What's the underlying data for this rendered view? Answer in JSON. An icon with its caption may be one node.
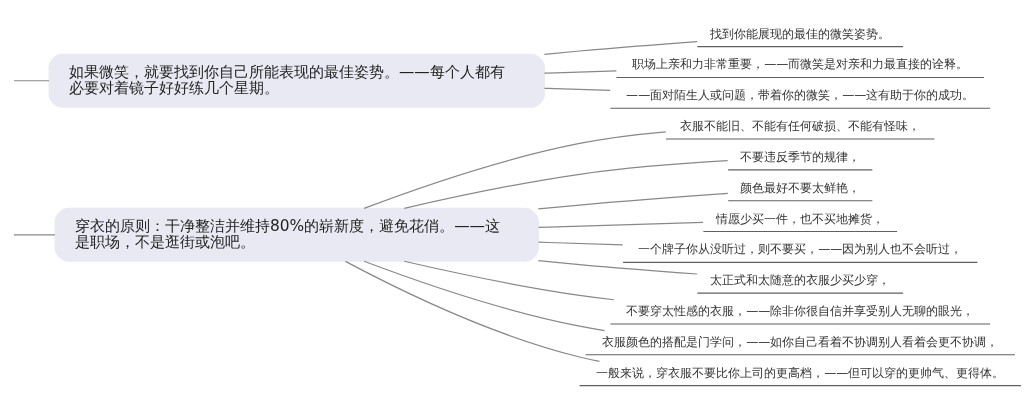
{
  "diagram": {
    "nodes": [
      {
        "text": [
          "如果微笑，就要找到你自己所能表现的最佳姿势。——每个人都有必要对着镜子好好练几个星期。"
        ]
      },
      {
        "text": [
          "找到你能展现的最佳的微笑姿势。"
        ]
      },
      {
        "text": [
          "职场上亲和力非常重要，——而微笑是对亲和力最直接的诠释。"
        ]
      },
      {
        "text": [
          "——面对陌生人或问题，带着你的微笑，——这有助于你的成功。"
        ]
      },
      {
        "text": [
          "穿衣的原则：干净整洁并维持80%的崭新度，避免花俏。——这是职场，不是逛街或泡吧。"
        ]
      },
      {
        "text": [
          "衣服不能旧、不能有任何破损、不能有怪味，"
        ]
      },
      {
        "text": [
          "不要违反季节的规律，"
        ]
      },
      {
        "text": [
          "颜色最好不要太鲜艳，"
        ]
      },
      {
        "text": [
          "情愿少买一件，也不买地摊货，"
        ]
      },
      {
        "text": [
          "一个牌子你从没听过，则不要买，——因为别人也不会听过，"
        ]
      },
      {
        "text": [
          "太正式和太随意的衣服少买少穿，"
        ]
      },
      {
        "text": [
          "不要穿太性感的衣服，——除非你很自信并享受别人无聊的眼光，"
        ]
      },
      {
        "text": [
          "衣服颜色的搭配是门学问，——如你自己看着不协调别人看着会更不协调，"
        ]
      },
      {
        "text": [
          "一般来说，穿衣服不要比你上司的更高档，——但可以穿的更帅气、更得体。"
        ]
      }
    ],
    "edges": [
      {
        "from": null,
        "to": 0,
        "arrow": "none"
      },
      {
        "from": 0,
        "to": 1,
        "arrow": "none"
      },
      {
        "from": 0,
        "to": 2,
        "arrow": "none"
      },
      {
        "from": 0,
        "to": 3,
        "arrow": "none"
      },
      {
        "from": null,
        "to": 4,
        "arrow": "none"
      },
      {
        "from": 4,
        "to": 5,
        "arrow": "none"
      },
      {
        "from": 4,
        "to": 6,
        "arrow": "none"
      },
      {
        "from": 4,
        "to": 7,
        "arrow": "none"
      },
      {
        "from": 4,
        "to": 8,
        "arrow": "none"
      },
      {
        "from": 4,
        "to": 9,
        "arrow": "none"
      },
      {
        "from": 4,
        "to": 10,
        "arrow": "none"
      },
      {
        "from": 4,
        "to": 11,
        "arrow": "none"
      },
      {
        "from": 4,
        "to": 12,
        "arrow": "none"
      },
      {
        "from": 4,
        "to": 13,
        "arrow": "none"
      }
    ]
  }
}
